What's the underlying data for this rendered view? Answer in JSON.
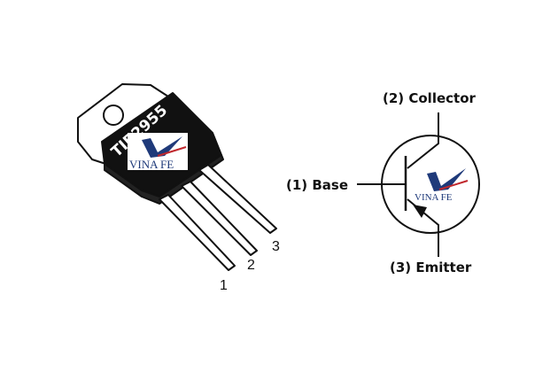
{
  "package": {
    "part_marking": "TIP2955",
    "pin_numbers": [
      "1",
      "2",
      "3"
    ]
  },
  "symbol": {
    "type": "PNP transistor",
    "base_label": "(1) Base",
    "collector_label": "(2) Collector",
    "emitter_label": "(3) Emitter"
  },
  "watermark": {
    "text": "VINA FE"
  },
  "colors": {
    "body": "#111111",
    "tab": "#ffffff",
    "lines": "#111111",
    "logo_blue": "#1f3a7a",
    "logo_red": "#c0282d"
  }
}
